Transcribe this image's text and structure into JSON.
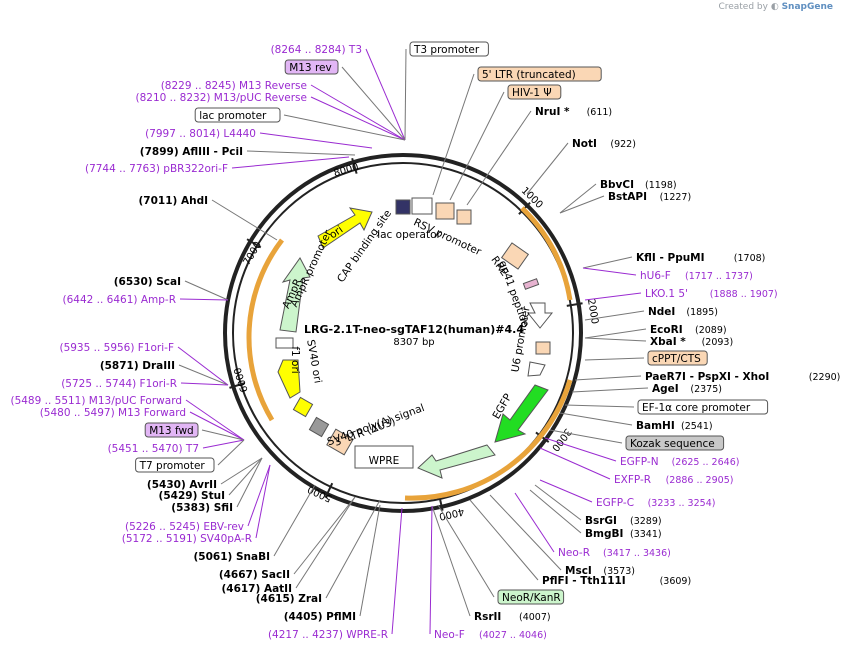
{
  "credit": {
    "prefix": "Created by",
    "brand": "SnapGene"
  },
  "plasmid": {
    "name": "LRG-2.1T-neo-sgTAF12(human)#4.4",
    "length_label": "8307 bp"
  },
  "ticks": [
    "1000",
    "2000",
    "3000",
    "4000",
    "5000",
    "6000",
    "7000",
    "8000"
  ],
  "colors": {
    "primer": "#9a2bd1",
    "site": "#000000",
    "promoter_fill": "#ffffff",
    "ltr_fill": "#fad7b5",
    "origin": "#ffff00",
    "marker_green": "#ccf5cc",
    "egfp": "#22dd22",
    "orange": "#e8a33a",
    "purple_feature": "#b066d8"
  },
  "labels": [
    {
      "text": "(8264 .. 8284)  T3",
      "color": "#9a2bd1"
    },
    {
      "text": "T3 promoter",
      "box": "white"
    },
    {
      "text": "M13 rev",
      "box": "purple"
    },
    {
      "text": "5' LTR (truncated)",
      "box": "peach"
    },
    {
      "text": "(8229 .. 8245)  M13 Reverse",
      "color": "#9a2bd1"
    },
    {
      "text": "HIV-1 Ψ",
      "box": "peach"
    },
    {
      "text": "(8210 .. 8232)  M13/pUC Reverse",
      "color": "#9a2bd1"
    },
    {
      "text": "NruI *",
      "color": "#000000",
      "pos": "(611)"
    },
    {
      "text": "lac promoter",
      "box": "white"
    },
    {
      "text": "(7997 .. 8014)  L4440",
      "color": "#9a2bd1"
    },
    {
      "text": "NotI",
      "color": "#000000",
      "pos": "(922)"
    },
    {
      "text": "(7899)  AflIII  - PciI",
      "color": "#000000"
    },
    {
      "text": "(7744 .. 7763)  pBR322ori-F",
      "color": "#9a2bd1"
    },
    {
      "text": "BbvCI",
      "color": "#000000",
      "pos": "(1198)"
    },
    {
      "text": "BstAPI",
      "color": "#000000",
      "pos": "(1227)"
    },
    {
      "text": "(7011)  AhdI",
      "color": "#000000"
    },
    {
      "text": "KflI  - PpuMI",
      "color": "#000000",
      "pos": "(1708)"
    },
    {
      "text": "hU6-F",
      "color": "#9a2bd1",
      "pos": "(1717 .. 1737)"
    },
    {
      "text": "(6530)  ScaI",
      "color": "#000000"
    },
    {
      "text": "LKO.1 5'",
      "color": "#9a2bd1",
      "pos": "(1888 .. 1907)"
    },
    {
      "text": "(6442 .. 6461)  Amp-R",
      "color": "#9a2bd1"
    },
    {
      "text": "NdeI",
      "color": "#000000",
      "pos": "(1895)"
    },
    {
      "text": "EcoRI",
      "color": "#000000",
      "pos": "(2089)"
    },
    {
      "text": "XbaI *",
      "color": "#000000",
      "pos": "(2093)"
    },
    {
      "text": "(5935 .. 5956)  F1ori-F",
      "color": "#9a2bd1"
    },
    {
      "text": "cPPT/CTS",
      "box": "peach"
    },
    {
      "text": "(5871)  DraIII",
      "color": "#000000"
    },
    {
      "text": "PaeR7I  - PspXI  - XhoI",
      "color": "#000000",
      "pos": "(2290)"
    },
    {
      "text": "(5725 .. 5744)  F1ori-R",
      "color": "#9a2bd1"
    },
    {
      "text": "AgeI",
      "color": "#000000",
      "pos": "(2375)"
    },
    {
      "text": "(5489 .. 5511)  M13/pUC Forward",
      "color": "#9a2bd1"
    },
    {
      "text": "EF-1α core promoter",
      "box": "white"
    },
    {
      "text": "(5480 .. 5497)  M13 Forward",
      "color": "#9a2bd1"
    },
    {
      "text": "BamHI",
      "color": "#000000",
      "pos": "(2541)"
    },
    {
      "text": "M13 fwd",
      "box": "purple"
    },
    {
      "text": "Kozak sequence",
      "box": "gray"
    },
    {
      "text": "(5451 .. 5470)  T7",
      "color": "#9a2bd1"
    },
    {
      "text": "EGFP-N",
      "color": "#9a2bd1",
      "pos": "(2625 .. 2646)"
    },
    {
      "text": "T7 promoter",
      "box": "white"
    },
    {
      "text": "EXFP-R",
      "color": "#9a2bd1",
      "pos": "(2886 .. 2905)"
    },
    {
      "text": "(5430)  AvrII",
      "color": "#000000"
    },
    {
      "text": "(5429)  StuI",
      "color": "#000000"
    },
    {
      "text": "EGFP-C",
      "color": "#9a2bd1",
      "pos": "(3233 .. 3254)"
    },
    {
      "text": "(5383)  SfiI",
      "color": "#000000"
    },
    {
      "text": "BsrGI",
      "color": "#000000",
      "pos": "(3289)"
    },
    {
      "text": "BmgBI",
      "color": "#000000",
      "pos": "(3341)"
    },
    {
      "text": "(5226 .. 5245)  EBV-rev",
      "color": "#9a2bd1"
    },
    {
      "text": "(5172 .. 5191)  SV40pA-R",
      "color": "#9a2bd1"
    },
    {
      "text": "Neo-R",
      "color": "#9a2bd1",
      "pos": "(3417 .. 3436)"
    },
    {
      "text": "(5061)  SnaBI",
      "color": "#000000"
    },
    {
      "text": "MscI",
      "color": "#000000",
      "pos": "(3573)"
    },
    {
      "text": "PflFI  - Tth111I",
      "color": "#000000",
      "pos": "(3609)"
    },
    {
      "text": "(4667)  SacII",
      "color": "#000000"
    },
    {
      "text": "(4617)  AatII",
      "color": "#000000"
    },
    {
      "text": "NeoR/KanR",
      "box": "green"
    },
    {
      "text": "(4615)  ZraI",
      "color": "#000000"
    },
    {
      "text": "(4405)  PflMI",
      "color": "#000000"
    },
    {
      "text": "RsrII",
      "color": "#000000",
      "pos": "(4007)"
    },
    {
      "text": "(4217 .. 4237)  WPRE-R",
      "color": "#9a2bd1"
    },
    {
      "text": "Neo-F",
      "color": "#9a2bd1",
      "pos": "(4027 .. 4046)"
    }
  ],
  "inner_labels": [
    "ori",
    "CAP binding site",
    "lac operator",
    "RSV promoter",
    "RRE",
    "gp41 peptide",
    "U6 promoter",
    "EGFP",
    "WPRE",
    "3' LTR (ΔU3)",
    "SV40 poly(A) signal",
    "SV40 ori",
    "f1 ori",
    "AmpR promoter",
    "AmpR"
  ]
}
